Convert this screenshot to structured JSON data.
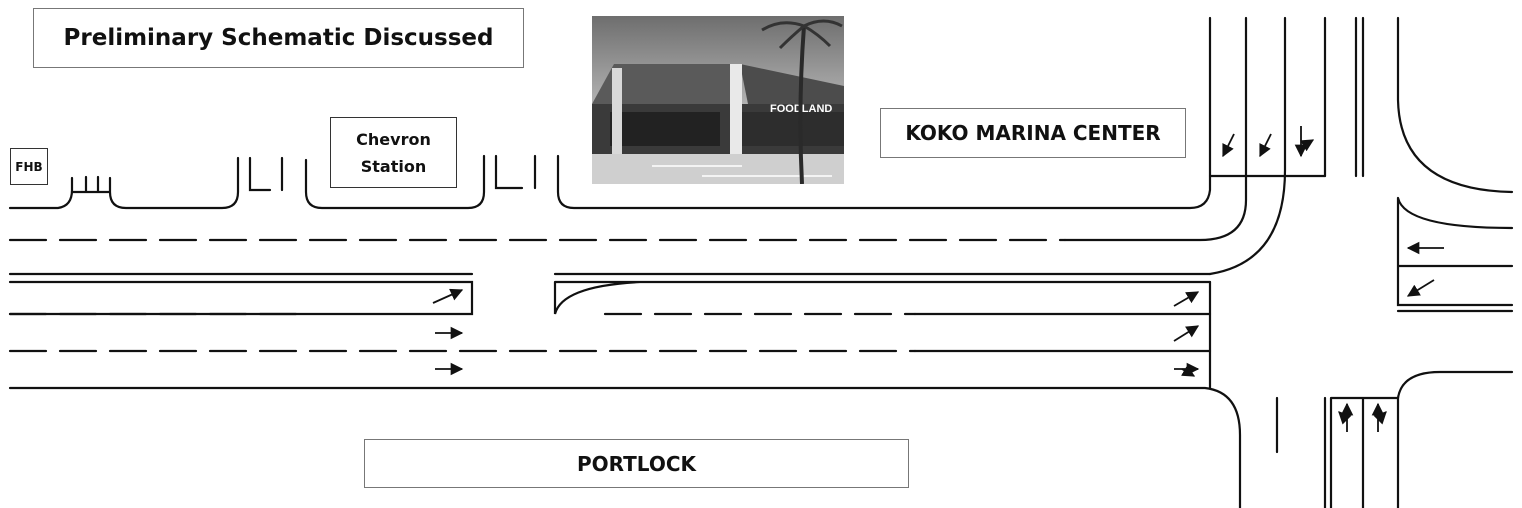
{
  "title": "Preliminary Schematic Discussed",
  "labels": {
    "fhb": "FHB",
    "chevron_line1": "Chevron",
    "chevron_line2": "Station",
    "koko_marina": "KOKO MARINA CENTER",
    "portlock": "PORTLOCK"
  },
  "photo": {
    "sign_text": "FOODLAND"
  },
  "colors": {
    "line": "#111111",
    "box_border": "#777777",
    "photo_sky_top": "#6e6e6e",
    "photo_sky_bottom": "#f0f0f0",
    "photo_building": "#3a3a3a",
    "photo_roof": "#5a5a5a"
  },
  "lane_arrows": {
    "portlock_eastbound": [
      "left-curve-right-arrow",
      "through-arrow",
      "through-arrow"
    ],
    "portlock_at_intersection": [
      "right-diagonal-arrow",
      "right-diagonal-arrow",
      "through-right-arrow"
    ],
    "north_approach": [
      "down-left-arrow",
      "down-left-arrow",
      "down-right-arrow"
    ],
    "east_approach": [
      "left-arrow",
      "left-down-arrow"
    ],
    "south_approach": [
      "up-left-arrow",
      "up-right-arrow"
    ]
  }
}
